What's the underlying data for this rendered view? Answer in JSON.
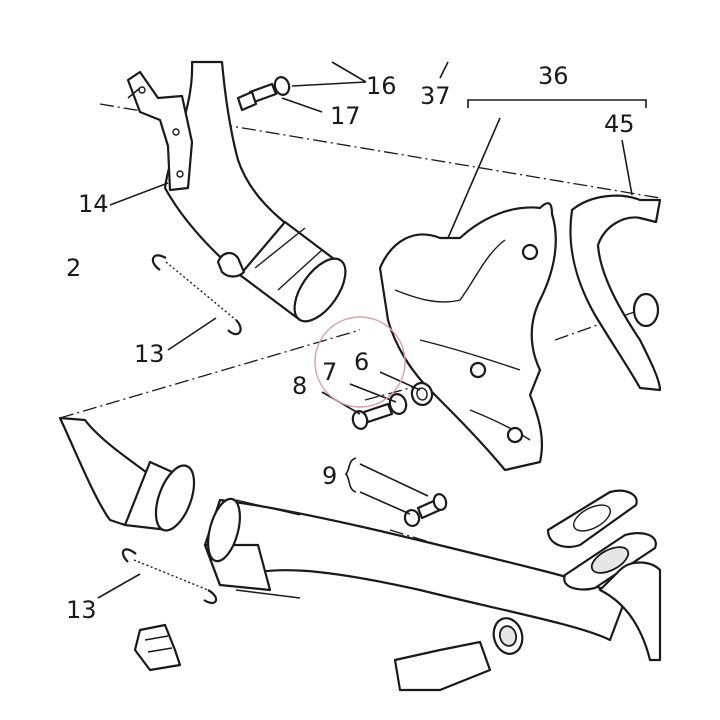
{
  "labels": {
    "l2": "2",
    "l6": "6",
    "l7": "7",
    "l8": "8",
    "l9": "9",
    "l13a": "13",
    "l13b": "13",
    "l14": "14",
    "l16": "16",
    "l17": "17",
    "l36": "36",
    "l37": "37",
    "l45": "45"
  },
  "highlight_color": "#d9a0a8",
  "line_color": "#1a1a1a"
}
